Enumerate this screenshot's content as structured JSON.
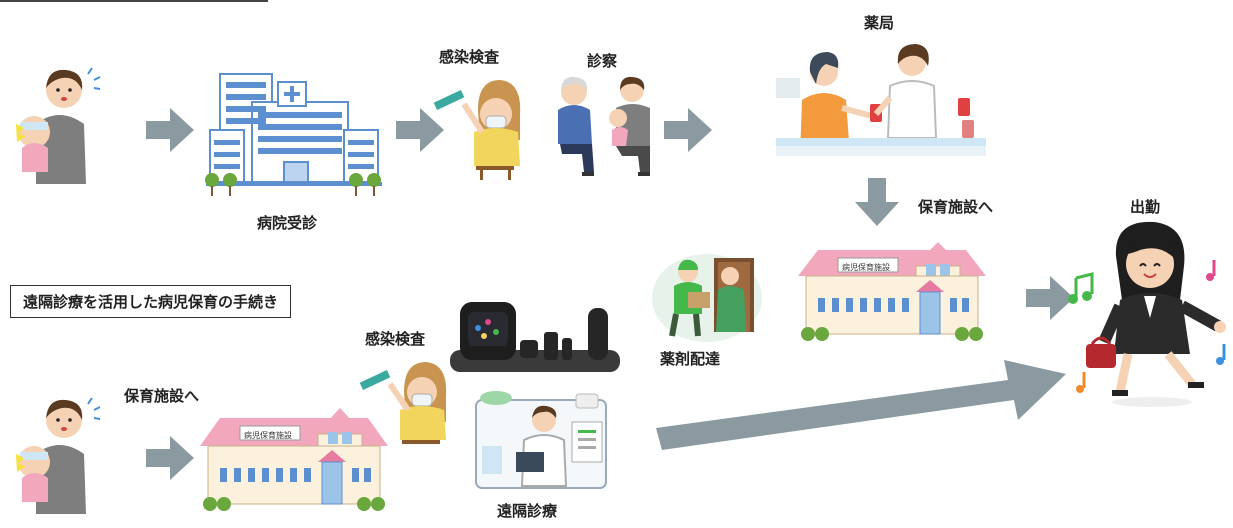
{
  "labels": {
    "hospital_visit": "病院受診",
    "infection_test_top": "感染検査",
    "examination": "診察",
    "pharmacy": "薬局",
    "to_daycare_top": "保育施設へ",
    "work": "出勤",
    "telemedicine_title": "遠隔診療を活用した病児保育の手続き",
    "to_daycare_bottom": "保育施設へ",
    "infection_test_bottom": "感染検査",
    "drug_delivery": "薬剤配達",
    "telemedicine": "遠隔診療"
  },
  "signs": {
    "daycare_sign_top": "病児保育施設",
    "daycare_sign_bottom": "病児保育施設"
  },
  "colors": {
    "arrow": "#8a9aa0",
    "roof": "#f2a7bd",
    "wall": "#fbf1dc",
    "hospital_blue": "#5b8fd0",
    "skin": "#f6d2b4",
    "hair": "#5b3a22",
    "shirt_gray": "#7e7e7e",
    "nurse_yellow": "#f2d55c",
    "suit": "#2b2b2b",
    "note_green": "#45b84a",
    "note_pink": "#e0498c",
    "note_blue": "#3f8fe0",
    "note_orange": "#f08a2a"
  },
  "icons": [
    "parent-with-sick-baby-icon",
    "hospital-building-icon",
    "infection-test-nurse-icon",
    "doctor-consultation-icon",
    "pharmacy-counter-icon",
    "daycare-building-icon",
    "drug-delivery-icon",
    "telemedicine-device-icon",
    "telemedicine-doctor-screen-icon",
    "working-woman-icon"
  ]
}
